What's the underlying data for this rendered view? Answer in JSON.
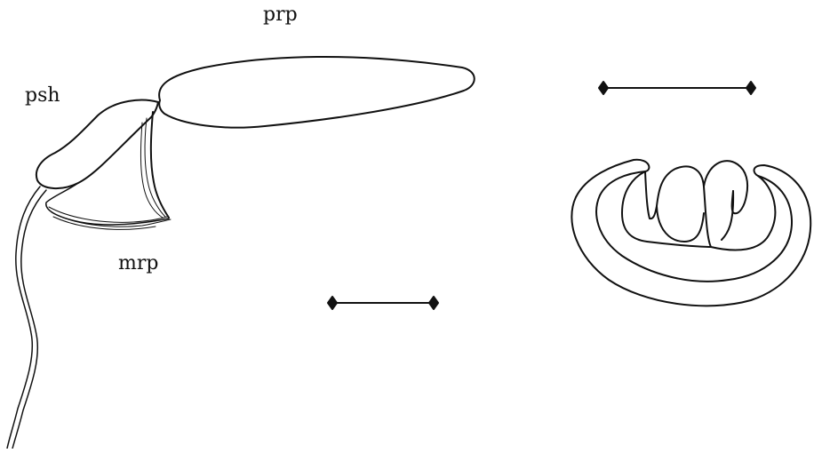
{
  "labels": {
    "prp": "prp",
    "psh": "psh",
    "mrp": "mrp"
  },
  "colors": {
    "ink": "#111111",
    "paper": "#ffffff"
  }
}
